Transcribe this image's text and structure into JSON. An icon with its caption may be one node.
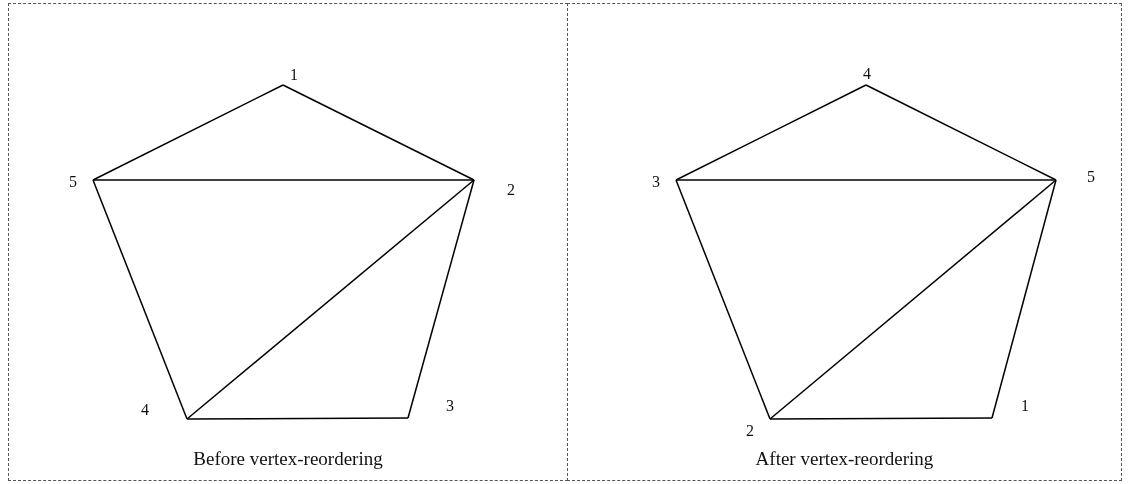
{
  "diagram": {
    "nodes": [
      {
        "text": [
          "Before vertex-reordering"
        ]
      },
      {
        "text": [
          "1"
        ],
        "in": 0
      },
      {
        "text": [
          "5"
        ],
        "in": 0
      },
      {
        "text": [
          "2"
        ],
        "in": 0
      },
      {
        "text": [
          "4"
        ],
        "in": 0
      },
      {
        "text": [
          "3"
        ],
        "in": 0
      },
      {
        "text": [
          "After vertex-reordering"
        ]
      },
      {
        "text": [
          "4"
        ],
        "in": 6
      },
      {
        "text": [
          "3"
        ],
        "in": 6
      },
      {
        "text": [
          "5"
        ],
        "in": 6
      },
      {
        "text": [
          "2"
        ],
        "in": 6
      },
      {
        "text": [
          "1"
        ],
        "in": 6
      }
    ],
    "edges": [
      {
        "from": 1,
        "to": 3,
        "arrow": "none"
      },
      {
        "from": 3,
        "to": 5,
        "arrow": "none"
      },
      {
        "from": 5,
        "to": 4,
        "arrow": "none"
      },
      {
        "from": 4,
        "to": 2,
        "arrow": "none"
      },
      {
        "from": 2,
        "to": 1,
        "arrow": "none"
      },
      {
        "from": 2,
        "to": 3,
        "arrow": "none"
      },
      {
        "from": 3,
        "to": 4,
        "arrow": "none"
      },
      {
        "from": 7,
        "to": 9,
        "arrow": "none"
      },
      {
        "from": 9,
        "to": 11,
        "arrow": "none"
      },
      {
        "from": 11,
        "to": 10,
        "arrow": "none"
      },
      {
        "from": 10,
        "to": 8,
        "arrow": "none"
      },
      {
        "from": 8,
        "to": 7,
        "arrow": "none"
      },
      {
        "from": 8,
        "to": 9,
        "arrow": "none"
      },
      {
        "from": 9,
        "to": 10,
        "arrow": "none"
      }
    ]
  }
}
